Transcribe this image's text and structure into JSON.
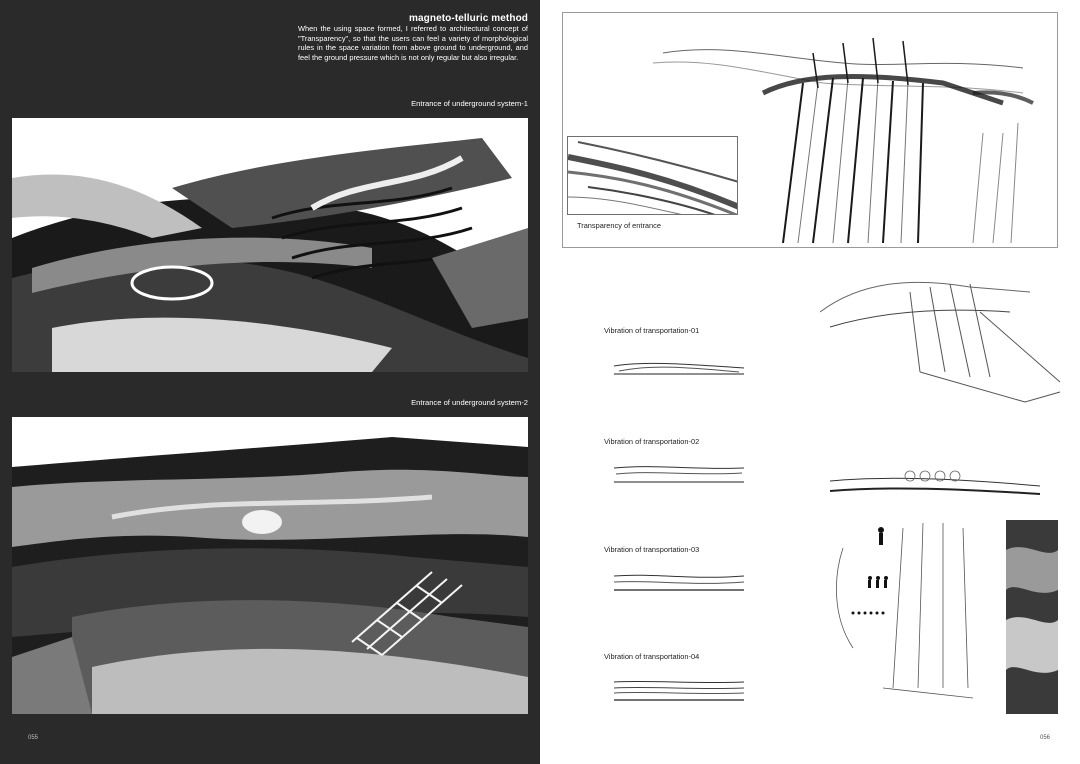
{
  "left_page": {
    "title": "magneto-telluric method",
    "intro_text": "When the using space formed, I referred to architectural concept of \"Transparency\", so that the users can feel a variety of morphological rules in the space variation from above ground to underground, and feel the ground pressure which is not only regular but also irregular.",
    "renders": [
      {
        "caption": "Entrance of underground system-1"
      },
      {
        "caption": "Entrance of underground system-2"
      }
    ],
    "page_number": "055"
  },
  "right_page": {
    "inset_caption": "Transparency of entrance",
    "vibrations": [
      {
        "label": "Vibration of transportation-01"
      },
      {
        "label": "Vibration of transportation-02"
      },
      {
        "label": "Vibration of transportation-03"
      },
      {
        "label": "Vibration of transportation-04"
      }
    ],
    "page_number": "056"
  },
  "colors": {
    "left_background": "#2a2a2a",
    "right_background": "#ffffff",
    "text_light": "#ffffff",
    "text_dark": "#222222"
  }
}
